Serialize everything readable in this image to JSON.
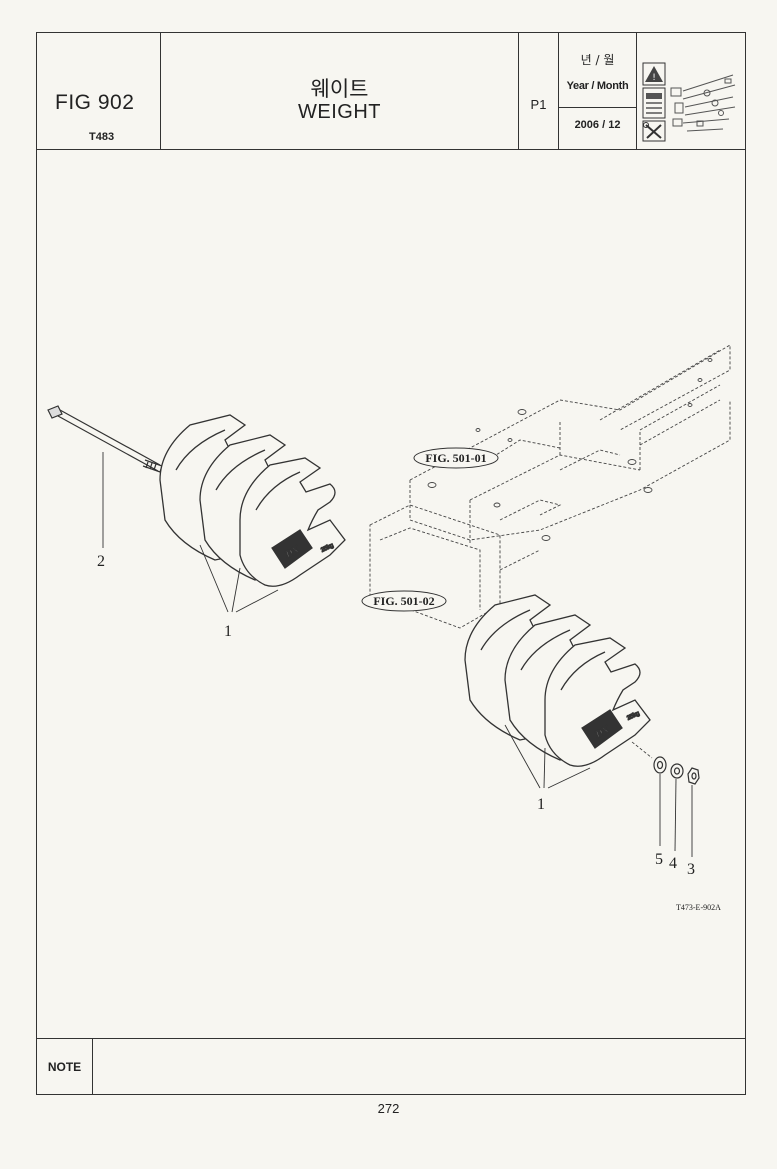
{
  "header": {
    "fig_code": "FIG 902",
    "model": "T483",
    "title_ko": "웨이트",
    "title_en": "WEIGHT",
    "page": "P1",
    "date_label_ko": "년 / 월",
    "date_label_en": "Year / Month",
    "date_value": "2006 / 12"
  },
  "diagram": {
    "fig_refs": [
      "FIG. 501-01",
      "FIG. 501-02"
    ],
    "callouts": [
      "1",
      "2",
      "1",
      "5",
      "4",
      "3"
    ],
    "drawing_code": "T473-E-902A"
  },
  "note": {
    "label": "NOTE"
  },
  "footer": {
    "page_number": "272"
  },
  "icons": [
    "warning-sign-icon",
    "service-manual-icon",
    "tools-icon",
    "exploded-parts-icon"
  ]
}
